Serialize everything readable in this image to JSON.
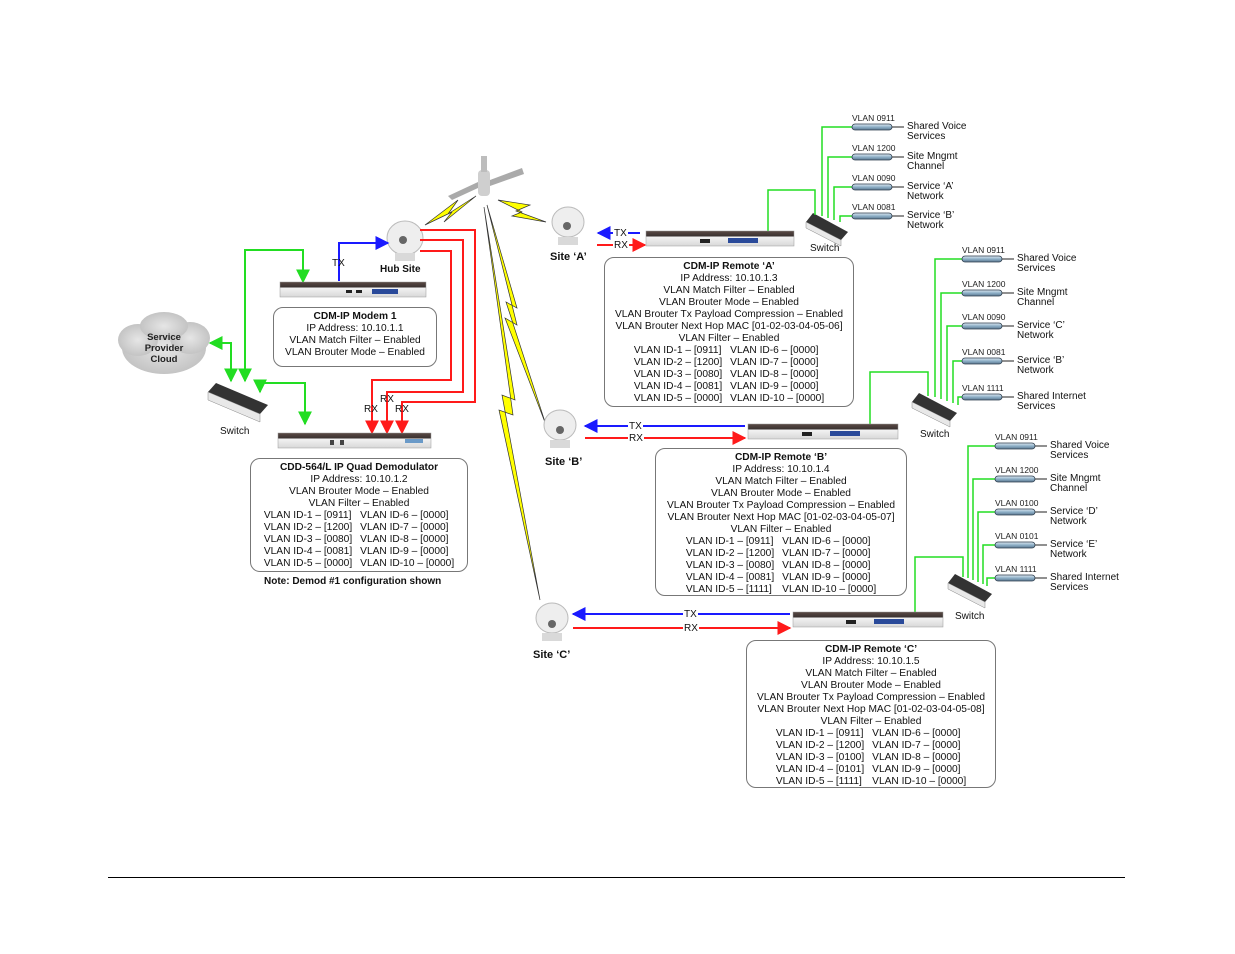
{
  "hub": {
    "site_label": "Hub Site",
    "tx_label": "TX",
    "modem": {
      "title": "CDM-IP Modem 1",
      "lines": [
        "IP Address: 10.10.1.1",
        "VLAN Match Filter – Enabled",
        "VLAN Brouter Mode – Enabled"
      ]
    },
    "cloud_label": "Service\nProvider\nCloud",
    "switch_label": "Switch",
    "rx_labels": [
      "RX",
      "RX",
      "RX"
    ],
    "demod": {
      "title": "CDD-564/L IP Quad Demodulator",
      "lines": [
        "IP Address: 10.10.1.2",
        "VLAN Brouter Mode – Enabled",
        "VLAN Filter – Enabled"
      ],
      "vlan_left": [
        "VLAN ID-1 – [0911]",
        "VLAN ID-2 – [1200]",
        "VLAN ID-3 – [0080]",
        "VLAN ID-4 – [0081]",
        "VLAN ID-5 – [0000]"
      ],
      "vlan_right": [
        "VLAN ID-6 – [0000]",
        "VLAN ID-7 – [0000]",
        "VLAN ID-8 – [0000]",
        "VLAN ID-9 – [0000]",
        "VLAN ID-10 – [0000]"
      ],
      "note": "Note: Demod #1 configuration shown"
    }
  },
  "remotes": [
    {
      "site_label": "Site ‘A’",
      "tx_label": "TX",
      "rx_label": "RX",
      "title": "CDM-IP Remote ‘A’",
      "lines": [
        "IP Address: 10.10.1.3",
        "VLAN Match Filter – Enabled",
        "VLAN Brouter Mode – Enabled",
        "VLAN Brouter Tx Payload Compression – Enabled",
        "VLAN Brouter Next Hop MAC [01-02-03-04-05-06]",
        "VLAN Filter – Enabled"
      ],
      "vlan_left": [
        "VLAN ID-1 – [0911]",
        "VLAN ID-2 – [1200]",
        "VLAN ID-3 – [0080]",
        "VLAN ID-4 – [0081]",
        "VLAN ID-5 – [0000]"
      ],
      "vlan_right": [
        "VLAN ID-6 – [0000]",
        "VLAN ID-7 – [0000]",
        "VLAN ID-8 – [0000]",
        "VLAN ID-9 – [0000]",
        "VLAN ID-10 – [0000]"
      ],
      "switch_label": "Switch",
      "services": [
        {
          "vlan": "VLAN 0911",
          "name": "Shared Voice\nServices"
        },
        {
          "vlan": "VLAN 1200",
          "name": "Site Mngmt\nChannel"
        },
        {
          "vlan": "VLAN 0090",
          "name": "Service ‘A’\nNetwork"
        },
        {
          "vlan": "VLAN 0081",
          "name": "Service ‘B’\nNetwork"
        }
      ]
    },
    {
      "site_label": "Site ‘B’",
      "tx_label": "TX",
      "rx_label": "RX",
      "title": "CDM-IP Remote ‘B’",
      "lines": [
        "IP Address: 10.10.1.4",
        "VLAN Match Filter – Enabled",
        "VLAN Brouter Mode – Enabled",
        "VLAN Brouter Tx Payload Compression – Enabled",
        "VLAN Brouter Next Hop MAC [01-02-03-04-05-07]",
        "VLAN Filter – Enabled"
      ],
      "vlan_left": [
        "VLAN ID-1 – [0911]",
        "VLAN ID-2 – [1200]",
        "VLAN ID-3 – [0080]",
        "VLAN ID-4 – [0081]",
        "VLAN ID-5 – [1111]"
      ],
      "vlan_right": [
        "VLAN ID-6 – [0000]",
        "VLAN ID-7 – [0000]",
        "VLAN ID-8 – [0000]",
        "VLAN ID-9 – [0000]",
        "VLAN ID-10 – [0000]"
      ],
      "switch_label": "Switch",
      "services": [
        {
          "vlan": "VLAN 0911",
          "name": "Shared Voice\nServices"
        },
        {
          "vlan": "VLAN 1200",
          "name": "Site Mngmt\nChannel"
        },
        {
          "vlan": "VLAN 0090",
          "name": "Service ‘C’\nNetwork"
        },
        {
          "vlan": "VLAN 0081",
          "name": "Service ‘B’\nNetwork"
        },
        {
          "vlan": "VLAN 1111",
          "name": "Shared Internet\nServices"
        }
      ]
    },
    {
      "site_label": "Site ‘C’",
      "tx_label": "TX",
      "rx_label": "RX",
      "title": "CDM-IP Remote ‘C’",
      "lines": [
        "IP Address: 10.10.1.5",
        "VLAN Match Filter – Enabled",
        "VLAN Brouter Mode – Enabled",
        "VLAN Brouter Tx Payload Compression – Enabled",
        "VLAN Brouter Next Hop MAC [01-02-03-04-05-08]",
        "VLAN Filter – Enabled"
      ],
      "vlan_left": [
        "VLAN ID-1 – [0911]",
        "VLAN ID-2 – [1200]",
        "VLAN ID-3 – [0100]",
        "VLAN ID-4 – [0101]",
        "VLAN ID-5 – [1111]"
      ],
      "vlan_right": [
        "VLAN ID-6 – [0000]",
        "VLAN ID-7 – [0000]",
        "VLAN ID-8 – [0000]",
        "VLAN ID-9 – [0000]",
        "VLAN ID-10 – [0000]"
      ],
      "switch_label": "Switch",
      "services": [
        {
          "vlan": "VLAN 0911",
          "name": "Shared Voice\nServices"
        },
        {
          "vlan": "VLAN 1200",
          "name": "Site Mngmt\nChannel"
        },
        {
          "vlan": "VLAN 0100",
          "name": "Service ‘D’\nNetwork"
        },
        {
          "vlan": "VLAN 0101",
          "name": "Service ‘E’\nNetwork"
        },
        {
          "vlan": "VLAN 1111",
          "name": "Shared Internet\nServices"
        }
      ]
    }
  ],
  "colors": {
    "tx": "#1a1aff",
    "rx": "#ff1a1a",
    "lan": "#22dd22",
    "link": "#ffff00"
  }
}
